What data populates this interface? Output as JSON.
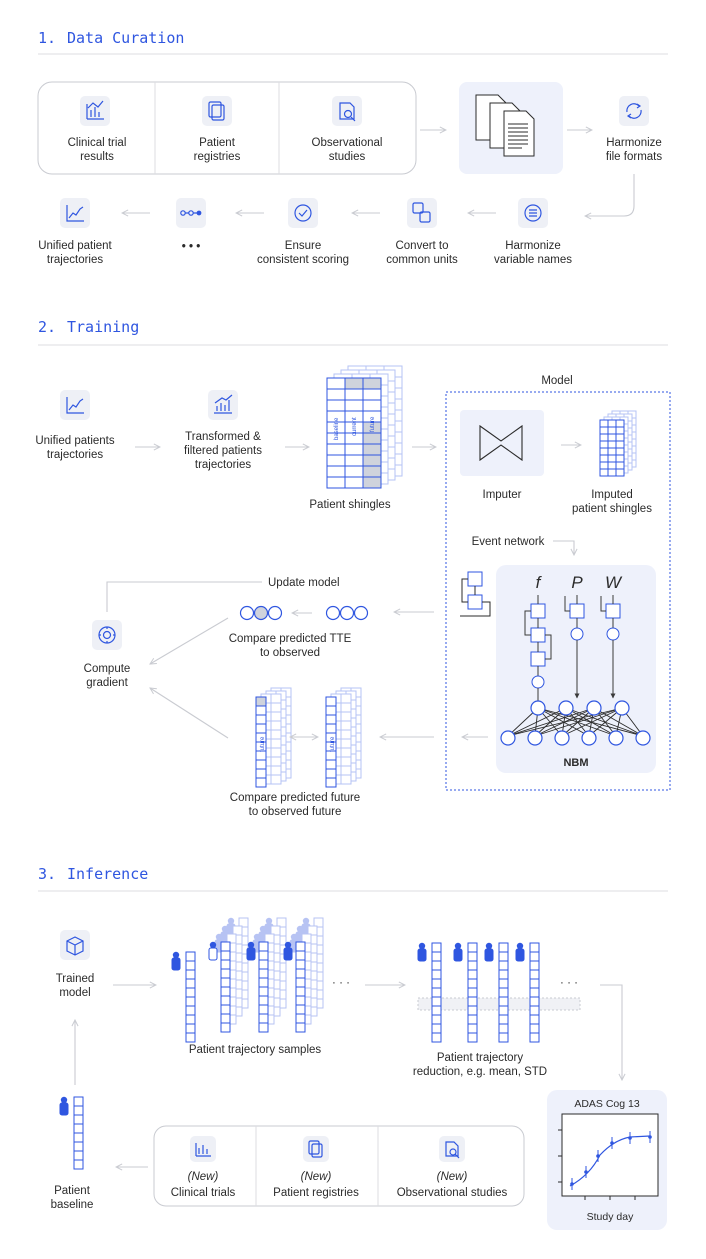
{
  "sections": [
    {
      "number": "1.",
      "title": "Data Curation"
    },
    {
      "number": "2.",
      "title": "Training"
    },
    {
      "number": "3.",
      "title": "Inference"
    }
  ],
  "curation": {
    "sources": [
      {
        "line1": "Clinical trial",
        "line2": "results",
        "icon": "bar-chart-icon"
      },
      {
        "line1": "Patient",
        "line2": "registries",
        "icon": "document-stack-icon"
      },
      {
        "line1": "Observational",
        "line2": "studies",
        "icon": "magnifier-doc-icon"
      }
    ],
    "steps": [
      {
        "line1": "Harmonize",
        "line2": "file formats",
        "icon": "refresh-icon"
      },
      {
        "line1": "Harmonize",
        "line2": "variable names",
        "icon": "sync-list-icon"
      },
      {
        "line1": "Convert to",
        "line2": "common units",
        "icon": "convert-icon"
      },
      {
        "line1": "Ensure",
        "line2": "consistent scoring",
        "icon": "badge-check-icon"
      },
      {
        "line1": "",
        "line2": "",
        "icon": "pipeline-dots-icon",
        "ellipsis": "• • •"
      },
      {
        "line1": "Unified patient",
        "line2": "trajectories",
        "icon": "trend-chart-icon"
      }
    ]
  },
  "training": {
    "unified": {
      "line1": "Unified patients",
      "line2": "trajectories"
    },
    "transformed": {
      "line1": "Transformed &",
      "line2": "filtered patients",
      "line3": "trajectories"
    },
    "shingles": {
      "label": "Patient shingles",
      "col_labels": [
        "baseline",
        "current",
        "future"
      ]
    },
    "model": {
      "title": "Model",
      "imputer": "Imputer",
      "imputed": {
        "line1": "Imputed",
        "line2": "patient shingles"
      },
      "event_network": "Event network",
      "vars": [
        "f",
        "P",
        "W"
      ],
      "nbm": "NBM"
    },
    "update_model": "Update model",
    "compare_tte": {
      "line1": "Compare predicted TTE",
      "line2": "to observed"
    },
    "compute_gradient": {
      "line1": "Compute",
      "line2": "gradient"
    },
    "compare_future": {
      "line1": "Compare predicted future",
      "line2": "to observed future"
    },
    "future_label": "future"
  },
  "inference": {
    "trained_model": {
      "line1": "Trained",
      "line2": "model"
    },
    "samples": "Patient trajectory samples",
    "reduction": {
      "line1": "Patient trajectory",
      "line2": "reduction, e.g. mean, STD"
    },
    "ellipsis": "· · ·",
    "baseline": {
      "line1": "Patient",
      "line2": "baseline"
    },
    "new_sources": [
      {
        "tag": "(New)",
        "label": "Clinical trials",
        "icon": "bar-chart-icon"
      },
      {
        "tag": "(New)",
        "label": "Patient registries",
        "icon": "document-stack-icon"
      },
      {
        "tag": "(New)",
        "label": "Observational studies",
        "icon": "magnifier-doc-icon"
      }
    ],
    "chart": {
      "title": "ADAS Cog 13",
      "xlabel": "Study day"
    }
  }
}
